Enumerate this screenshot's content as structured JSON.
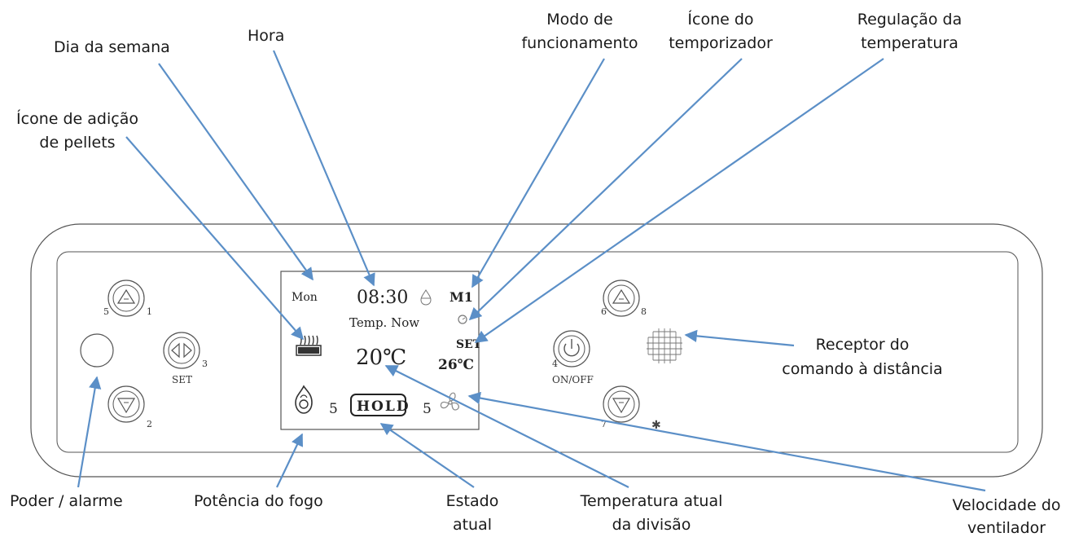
{
  "callouts": {
    "dia_semana": "Dia da semana",
    "hora": "Hora",
    "modo_1": "Modo de",
    "modo_2": "funcionamento",
    "temporizador_1": "Ícone do",
    "temporizador_2": "temporizador",
    "regulacao_1": "Regulação da",
    "regulacao_2": "temperatura",
    "pellets_1": "Ícone de adição",
    "pellets_2": "de pellets",
    "receptor_1": "Receptor do",
    "receptor_2": "comando à distância",
    "poder": "Poder / alarme",
    "potencia": "Potência do fogo",
    "estado_1": "Estado",
    "estado_2": "atual",
    "temp_atual_1": "Temperatura atual",
    "temp_atual_2": "da divisão",
    "velocidade_1": "Velocidade do",
    "velocidade_2": "ventilador"
  },
  "lcd": {
    "day": "Mon",
    "time": "08:30",
    "mode": "M1",
    "temp_now_label": "Temp. Now",
    "temp_now_value": "20℃",
    "set_label": "SET",
    "set_value": "26℃",
    "status": "HOLD",
    "fire_power": "5",
    "fan_speed": "5"
  },
  "buttons": {
    "set_label": "SET",
    "onoff_label": "ON/OFF",
    "n1": "1",
    "n2": "2",
    "n3": "3",
    "n4": "4",
    "n5": "5",
    "n6": "6",
    "n7": "7",
    "n8": "8"
  },
  "colors": {
    "arrow": "#5b8fc7",
    "outline": "#555555"
  }
}
